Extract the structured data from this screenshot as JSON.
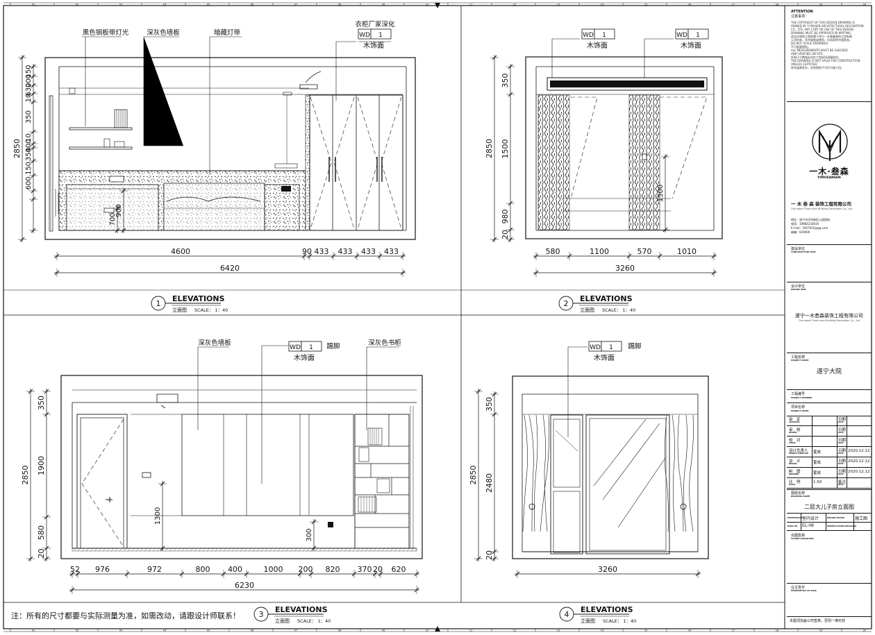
{
  "drawing": {
    "top_ruler": [
      "01",
      "02",
      "03",
      "04",
      "05",
      "06",
      "07",
      "08",
      "09",
      "10",
      "11",
      "12",
      "13",
      "14",
      "15",
      "16",
      "17",
      "18",
      "19",
      "20",
      "21"
    ],
    "note": "注：所有的尺寸都要与实际测量为准，如需改动，请跟设计师联系！",
    "views": [
      {
        "number": "1",
        "title": "ELEVATIONS",
        "subtitle": "立面图",
        "scale": "SCALE： 1：40",
        "labels": [
          "黑色钢板带灯光",
          "深灰色墙板",
          "暗藏灯带",
          "衣柜厂家深化"
        ],
        "tag": {
          "code": "WD",
          "num": "1",
          "material": "木饰面"
        },
        "height_total": "2850",
        "v_dims": [
          "150",
          "200",
          "630",
          "10",
          "350",
          "10",
          "400",
          "350",
          "150",
          "600"
        ],
        "inner_dims": [
          "900",
          "700"
        ],
        "h_dims": [
          "4600",
          "90",
          "433",
          "433",
          "433",
          "433"
        ],
        "h_total": "6420"
      },
      {
        "number": "2",
        "title": "ELEVATIONS",
        "subtitle": "立面图",
        "scale": "SCALE： 1：40",
        "tags": [
          {
            "code": "WD",
            "num": "1",
            "material": "木饰面"
          },
          {
            "code": "WD",
            "num": "1",
            "material": "木饰面"
          }
        ],
        "height_total": "2850",
        "v_dims": [
          "350",
          "1500",
          "980",
          "20"
        ],
        "inner_dims": [
          "1300"
        ],
        "h_dims": [
          "580",
          "1100",
          "570",
          "1010"
        ],
        "h_total": "3260"
      },
      {
        "number": "3",
        "title": "ELEVATIONS",
        "subtitle": "立面图",
        "scale": "SCALE： 1：40",
        "labels": [
          "深灰色墙板",
          "踢脚",
          "深灰色书柜"
        ],
        "tag": {
          "code": "WD",
          "num": "1",
          "material": "木饰面"
        },
        "height_total": "2850",
        "v_dims": [
          "350",
          "1900",
          "580",
          "20"
        ],
        "inner_dims": [
          "1300",
          "300"
        ],
        "h_dims": [
          "52",
          "976",
          "972",
          "800",
          "400",
          "1000",
          "200",
          "820",
          "370",
          "20",
          "620"
        ],
        "h_total": "6230"
      },
      {
        "number": "4",
        "title": "ELEVATIONS",
        "subtitle": "立面图",
        "scale": "SCALE： 1：40",
        "labels": [
          "踢脚"
        ],
        "tag": {
          "code": "WD",
          "num": "1",
          "material": "木饰面"
        },
        "height_total": "2850",
        "v_dims": [
          "350",
          "2480",
          "20"
        ],
        "h_total": "3260"
      }
    ]
  },
  "title_block": {
    "attention_en": "ATTENTION",
    "attention_cn": "注意事项：",
    "attention_lines": [
      "THE COPYRIGHT OF THIS DESIGN DRAWING IS",
      "OWNED BY YI MUSEN ARCHITECTURAL DECORATION",
      "CO., LTD. ANY COPY OR USE OF THIS DESIGN",
      "DRAWING MUST BE APPROVED IN WRITING.",
      "此设计图纸之版权属于遂宁一木叁森装饰工程有限",
      "公司所有，任何复制或使用，均须获得书面批准。",
      "DO NOT SCALE DRAWINGS",
      "不可度量图纸。",
      "ALL MEASUREMENTS MUST BE CHECKED",
      "AND VERIFIED ON SITE",
      "所有尺寸数据必须在工地现场测量核实。",
      "THE DRAWING IS NOT VALID FOR CONSTRUCTION",
      "UNLESS CERTIFIED",
      "除非盖章签名，否则图纸不可作为施工用。"
    ],
    "logo_cn": "一木·叁森",
    "logo_en": "YIMUSANSEN",
    "company": "一 木 叁 森  装饰工程有限公司",
    "company_en": "One wood Three sens Building Decoration Co., Ltd",
    "contact": [
      "地址：遂宁市河东新区公园西街",
      "电话：18982233616",
      "E-mail：5657022@qq.com",
      "邮编：629000"
    ],
    "construction_unit": "建设单位",
    "construction_unit_en": "CONSTRUCTION UNIT",
    "design_unit": "设计单位",
    "design_unit_en": "DESIGN UNIT",
    "design_company": "遂宁一木叁森装饰工程有限公司",
    "design_company_en": "One wood Three sens Building Decoration Co., Ltd",
    "project_name_label": "工程名称",
    "project_name_en": "PROJECT NAME",
    "project_name": "遂宁大院",
    "rows": [
      {
        "label": "工程编号",
        "en": "PROJECT NUMBER",
        "value": ""
      },
      {
        "label": "项目名称",
        "en": "PROJECT NAME",
        "value": ""
      }
    ],
    "signoffs": [
      {
        "role": "审　定",
        "en": "APPROVAL",
        "name": "",
        "date_label": "日期",
        "date_en": "DATE",
        "date": ""
      },
      {
        "role": "审　核",
        "en": "REVIEW",
        "name": "",
        "date_label": "日期",
        "date_en": "DATE",
        "date": ""
      },
      {
        "role": "校　对",
        "en": "CHECK",
        "name": "",
        "date_label": "日期",
        "date_en": "DATE",
        "date": ""
      },
      {
        "role": "设计负责人",
        "en": "PROJECT DIRECTOR",
        "name": "霍成",
        "date_label": "日期",
        "date_en": "DATE",
        "date": "2020.12.12"
      },
      {
        "role": "设　计",
        "en": "DESIGN",
        "name": "霍成",
        "date_label": "日期",
        "date_en": "DATE",
        "date": "2020.12.12"
      },
      {
        "role": "制　图",
        "en": "DRAWING",
        "name": "霍成",
        "date_label": "日期",
        "date_en": "DATE",
        "date": "2020.12.12"
      },
      {
        "role": "比　例",
        "en": "SCALE",
        "name": "1:50",
        "date_label": "备注",
        "date_en": "NOTE",
        "date": ""
      }
    ],
    "drawing_name_label": "图纸名称",
    "drawing_name_en": "DRAWING NAME",
    "drawing_name": "二层大儿子房立面图",
    "profession_label": "PROFESSION",
    "profession": "室内设计",
    "phase_label": "DESIGN PHASE",
    "phase": "施工图",
    "dwg_no_label": "DWG NO",
    "dwg_no": "EL-08",
    "revision_label": "MODIFICATION REVISION",
    "signature_label": "出图签章",
    "signature_en": "FIGURE SIGNATURE",
    "owner_label": "业主签字",
    "owner_en": "PROPRIETOR TO SIGN",
    "footer": "本图须加盖公司签章，否则一律无效"
  }
}
